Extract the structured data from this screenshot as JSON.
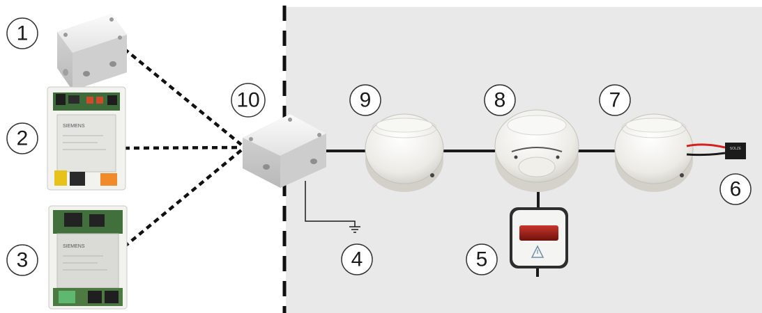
{
  "callouts": {
    "c1": "1",
    "c2": "2",
    "c3": "3",
    "c4": "4",
    "c5": "5",
    "c6": "6",
    "c7": "7",
    "c8": "8",
    "c9": "9",
    "c10": "10"
  },
  "module_brand": "SIEMENS",
  "connector_text": "SOLZE",
  "colors": {
    "field_background": "#e9e9e9",
    "wire": "#1a1a1a",
    "dashed_link": "#111111",
    "boundary": "#111111"
  }
}
